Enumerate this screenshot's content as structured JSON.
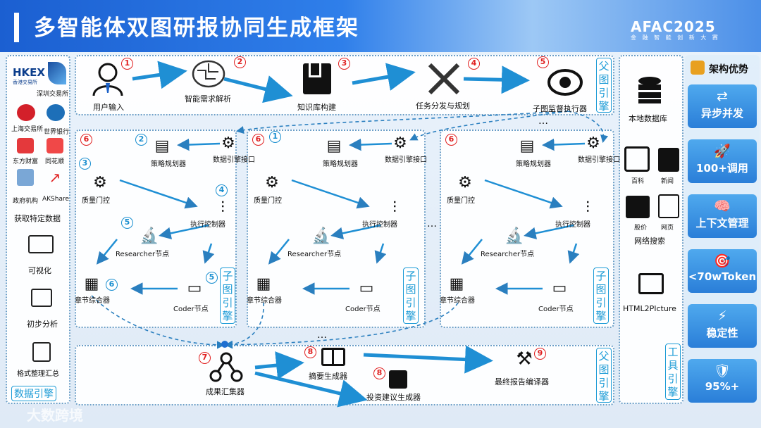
{
  "header": {
    "title": "多智能体双图研报协同生成框架",
    "logo": "AFAC2025",
    "logo_sub": "金 融 智 能 创 新 大 赛"
  },
  "data_engine": {
    "sources": [
      "深圳交易所",
      "上海交易所",
      "世界银行",
      "东方财富",
      "同花顺",
      "政府机构",
      "AKShare"
    ],
    "hkex": "HKEX",
    "hkex_sub": "香港交易所",
    "items": [
      "获取特定数据",
      "可视化",
      "初步分析",
      "格式整理汇总"
    ],
    "tag": "数据引擎"
  },
  "parent_top": {
    "nodes": [
      "用户输入",
      "智能需求解析",
      "知识库构建",
      "任务分发与规划",
      "子图监督执行器"
    ],
    "nums": [
      "1",
      "2",
      "3",
      "4",
      "5"
    ],
    "tag": "父图引擎"
  },
  "subgraph": {
    "nodes": [
      "数据引擎接口",
      "策略规划器",
      "质量门控",
      "执行控制器",
      "Researcher节点",
      "章节综合器",
      "Coder节点"
    ],
    "nums": [
      "6",
      "1",
      "2",
      "3",
      "4",
      "5",
      "5",
      "6"
    ],
    "tag": "子图引擎"
  },
  "ellipsis": "…",
  "parent_bottom": {
    "nodes": [
      "成果汇集器",
      "摘要生成器",
      "投资建议生成器",
      "最终报告编译器"
    ],
    "nums": [
      "7",
      "8",
      "8",
      "9"
    ],
    "tag": "父图引擎"
  },
  "tools": {
    "items": [
      "本地数据库",
      "百科",
      "新闻",
      "股价",
      "网页",
      "网络搜索",
      "HTML2PIcture"
    ],
    "tag": "工具引擎"
  },
  "advantages": {
    "title": "架构优势",
    "cards": [
      {
        "icon": "⇄",
        "label": "异步并发"
      },
      {
        "icon": "🚀",
        "label": "100+调用"
      },
      {
        "icon": "🧠",
        "label": "上下文管理"
      },
      {
        "icon": "🎯",
        "label": "<70wToken"
      },
      {
        "icon": "⚡",
        "label": "稳定性"
      },
      {
        "icon": "🛡",
        "label": "95%+"
      }
    ]
  },
  "watermark": "大数跨境"
}
